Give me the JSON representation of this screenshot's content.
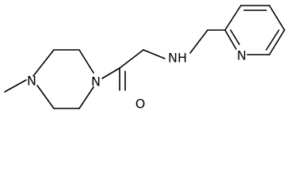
{
  "structure": {
    "atoms": [
      {
        "id": "N_piperazine_methyl",
        "symbol": "N"
      },
      {
        "id": "N_piperazine_acyl",
        "symbol": "N"
      },
      {
        "id": "O_carbonyl",
        "symbol": "O"
      },
      {
        "id": "N_amine",
        "symbol": "NH"
      },
      {
        "id": "N_pyridine",
        "symbol": "N"
      }
    ],
    "colors": {
      "bond": "#000000",
      "label": "#000000",
      "background": "#ffffff"
    }
  }
}
